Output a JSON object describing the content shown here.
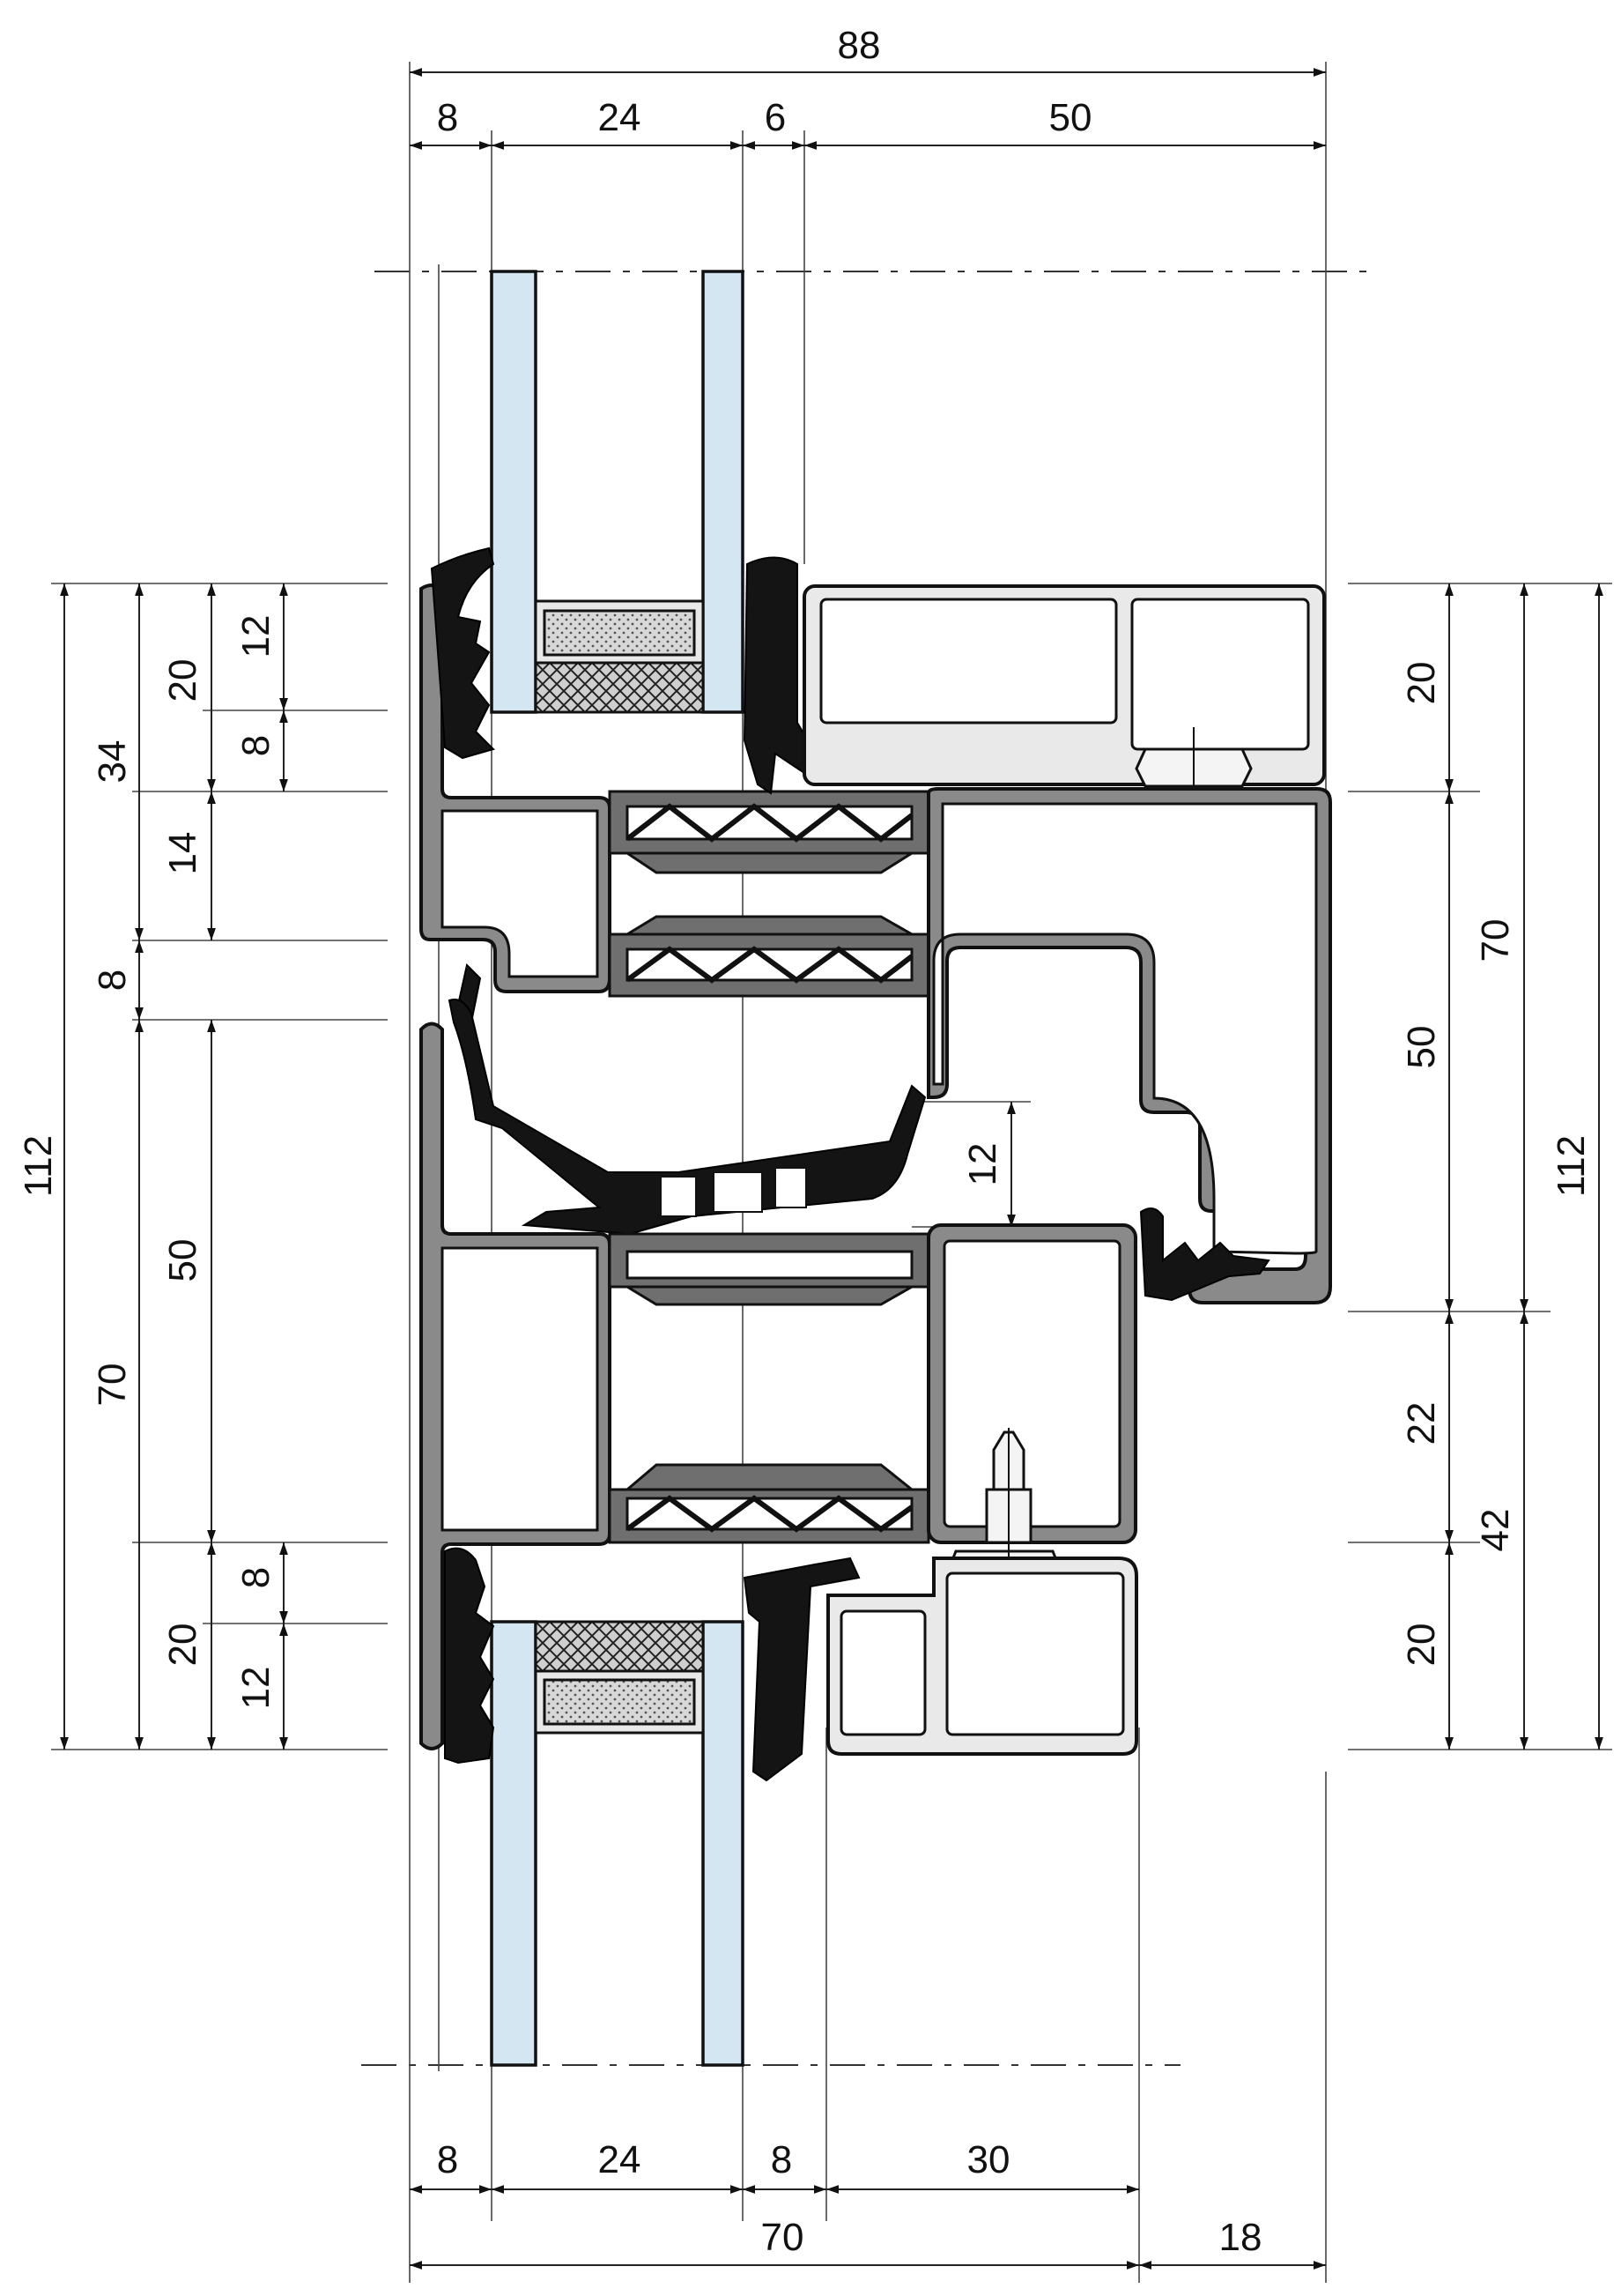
{
  "diagram": {
    "top_dimensions": {
      "overall": "88",
      "segments": [
        "8",
        "24",
        "6",
        "50"
      ]
    },
    "bottom_dimensions": {
      "segments": [
        "8",
        "24",
        "8",
        "30"
      ],
      "overall_left": "70",
      "overall_right": "18"
    },
    "left_dimensions": {
      "overall": "112",
      "col_outer": [
        "34",
        "8",
        "70"
      ],
      "col_middle": [
        "20",
        "14",
        "50",
        "20"
      ],
      "col_inner": [
        "12",
        "8",
        "8",
        "12"
      ]
    },
    "right_dimensions": {
      "overall": "112",
      "col_inner": [
        "20",
        "50",
        "22",
        "20"
      ],
      "col_outer": [
        "70",
        "42"
      ]
    },
    "internal_dimension": "12",
    "colors": {
      "aluminium": "#8a8a8a",
      "gasket": "#141414",
      "glass": "#d3e6f1",
      "bead": "#e9e9e9"
    }
  }
}
